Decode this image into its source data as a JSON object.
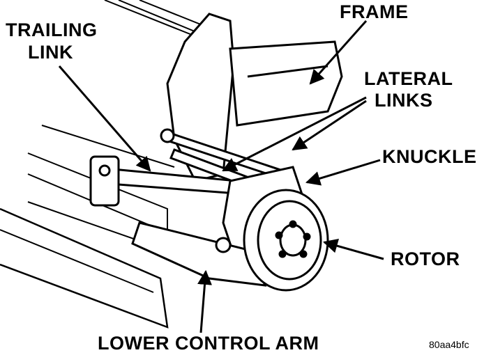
{
  "labels": {
    "frame": "FRAME",
    "trailing_link_line1": "TRAILING",
    "trailing_link_line2": "LINK",
    "lateral_links_line1": "LATERAL",
    "lateral_links_line2": "LINKS",
    "knuckle": "KNUCKLE",
    "rotor": "ROTOR",
    "lower_control_arm": "LOWER CONTROL ARM"
  },
  "figure_code": "80aa4bfc",
  "colors": {
    "ink": "#000000",
    "paper": "#ffffff"
  }
}
